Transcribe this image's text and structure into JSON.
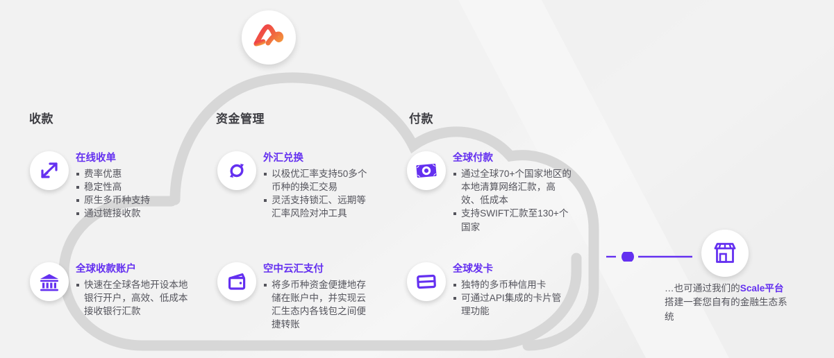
{
  "brand": {
    "logo_icon": "wave-logo-icon",
    "logo_gradient_start": "#ef3e4a",
    "logo_gradient_end": "#f3953e"
  },
  "theme": {
    "accent": "#6430f0",
    "heading": "#3d3d42",
    "body_text": "#54545c",
    "cloud_stroke": "#d7d7d7",
    "background": "#f2f2f2"
  },
  "groups": [
    {
      "label": "收款"
    },
    {
      "label": "资金管理"
    },
    {
      "label": "付款"
    }
  ],
  "features": [
    {
      "icon": "expand-arrows-icon",
      "title": "在线收单",
      "bullets": [
        "费率优惠",
        "稳定性高",
        "原生多币种支持",
        "通过链接收款"
      ]
    },
    {
      "icon": "currency-exchange-icon",
      "title": "外汇兑换",
      "bullets": [
        "以极优汇率支持50多个币种的换汇交易",
        "灵活支持锁汇、远期等汇率风险对冲工具"
      ]
    },
    {
      "icon": "banknote-icon",
      "title": "全球付款",
      "bullets": [
        "通过全球70+个国家地区的本地清算网络汇款，高效、低成本",
        "支持SWIFT汇款至130+个国家"
      ]
    },
    {
      "icon": "bank-icon",
      "title": "全球收款账户",
      "bullets": [
        "快速在全球各地开设本地银行开户，高效、低成本接收银行汇款"
      ]
    },
    {
      "icon": "wallet-icon",
      "title": "空中云汇支付",
      "bullets": [
        "将多币种资金便捷地存储在账户中，并实现云汇生态内各钱包之间便捷转账"
      ]
    },
    {
      "icon": "credit-card-icon",
      "title": "全球发卡",
      "bullets": [
        "独特的多币种信用卡",
        "可通过API集成的卡片管理功能"
      ]
    }
  ],
  "callout": {
    "icon": "storefront-icon",
    "text_lead": "…也可通过我们的",
    "text_brand_1": "Scale",
    "text_brand_2": "平台",
    "text_tail": "搭建一套您自有的金融生态系统"
  }
}
